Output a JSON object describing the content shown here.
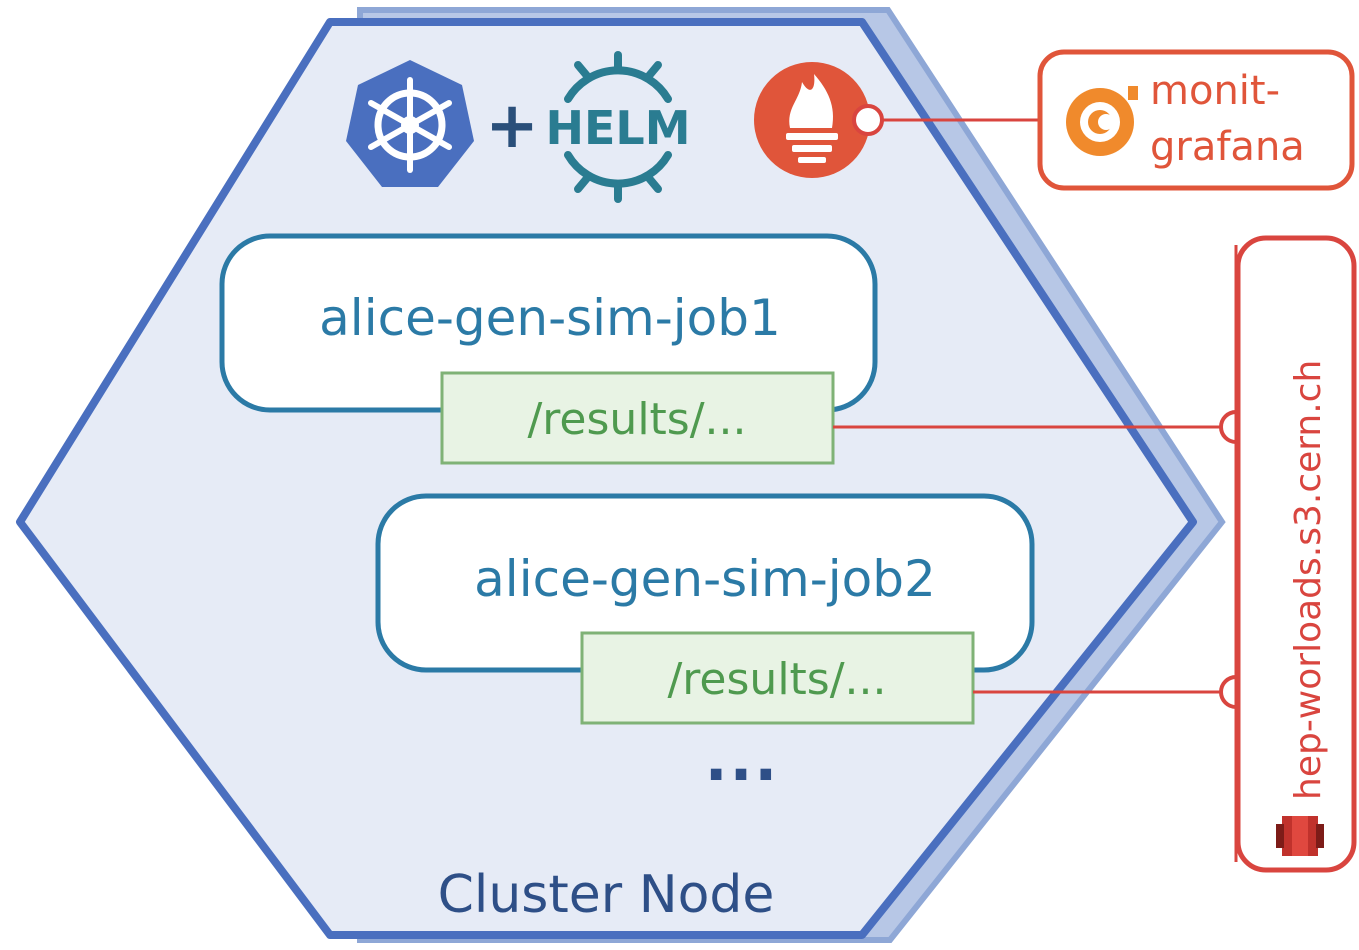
{
  "node": {
    "label": "Cluster Node"
  },
  "header": {
    "plus": "+",
    "helm_label": "HELM"
  },
  "jobs": [
    {
      "name": "alice-gen-sim-job1",
      "results": "/results/..."
    },
    {
      "name": "alice-gen-sim-job2",
      "results": "/results/..."
    }
  ],
  "ellipsis": "...",
  "grafana": {
    "line1": "monit-",
    "line2": "grafana"
  },
  "storage": {
    "label": "hep-worloads.s3.cern.ch"
  },
  "colors": {
    "node_fill": "#e6ebf6",
    "node_border": "#4a6fbf",
    "node_shadow": "#9bb2dc",
    "job_border": "#2b7aa6",
    "results_fill": "#e8f3e4",
    "results_border": "#7fb276",
    "link_red": "#d9453f",
    "kubernetes_blue": "#4a6fbf",
    "prometheus_orange": "#e0553a",
    "grafana_orange": "#f08a2c"
  },
  "icons": [
    "kubernetes-icon",
    "helm-wheel-icon",
    "prometheus-icon",
    "grafana-icon",
    "s3-bucket-icon"
  ]
}
